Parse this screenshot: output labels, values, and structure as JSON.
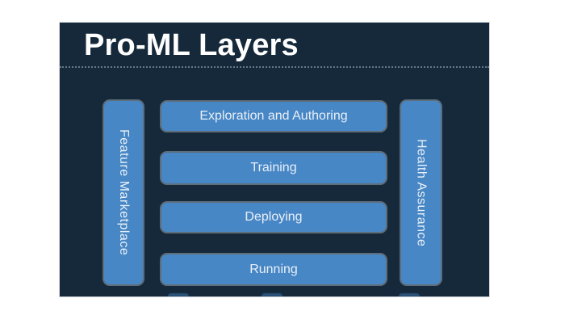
{
  "slide": {
    "title": "Pro-ML Layers"
  },
  "diagram": {
    "left_rail_label": "Feature Marketplace",
    "right_rail_label": "Health Assurance",
    "layers": [
      "Exploration and Authoring",
      "Training",
      "Deploying",
      "Running"
    ]
  },
  "colors": {
    "page_background": "#ffffff",
    "slide_background": "#15293b",
    "box_fill": "#4887c5",
    "box_border": "#5d6d7a",
    "box_text": "#e8f0f8",
    "title_text": "#ffffff",
    "divider": "#aab9c6"
  }
}
